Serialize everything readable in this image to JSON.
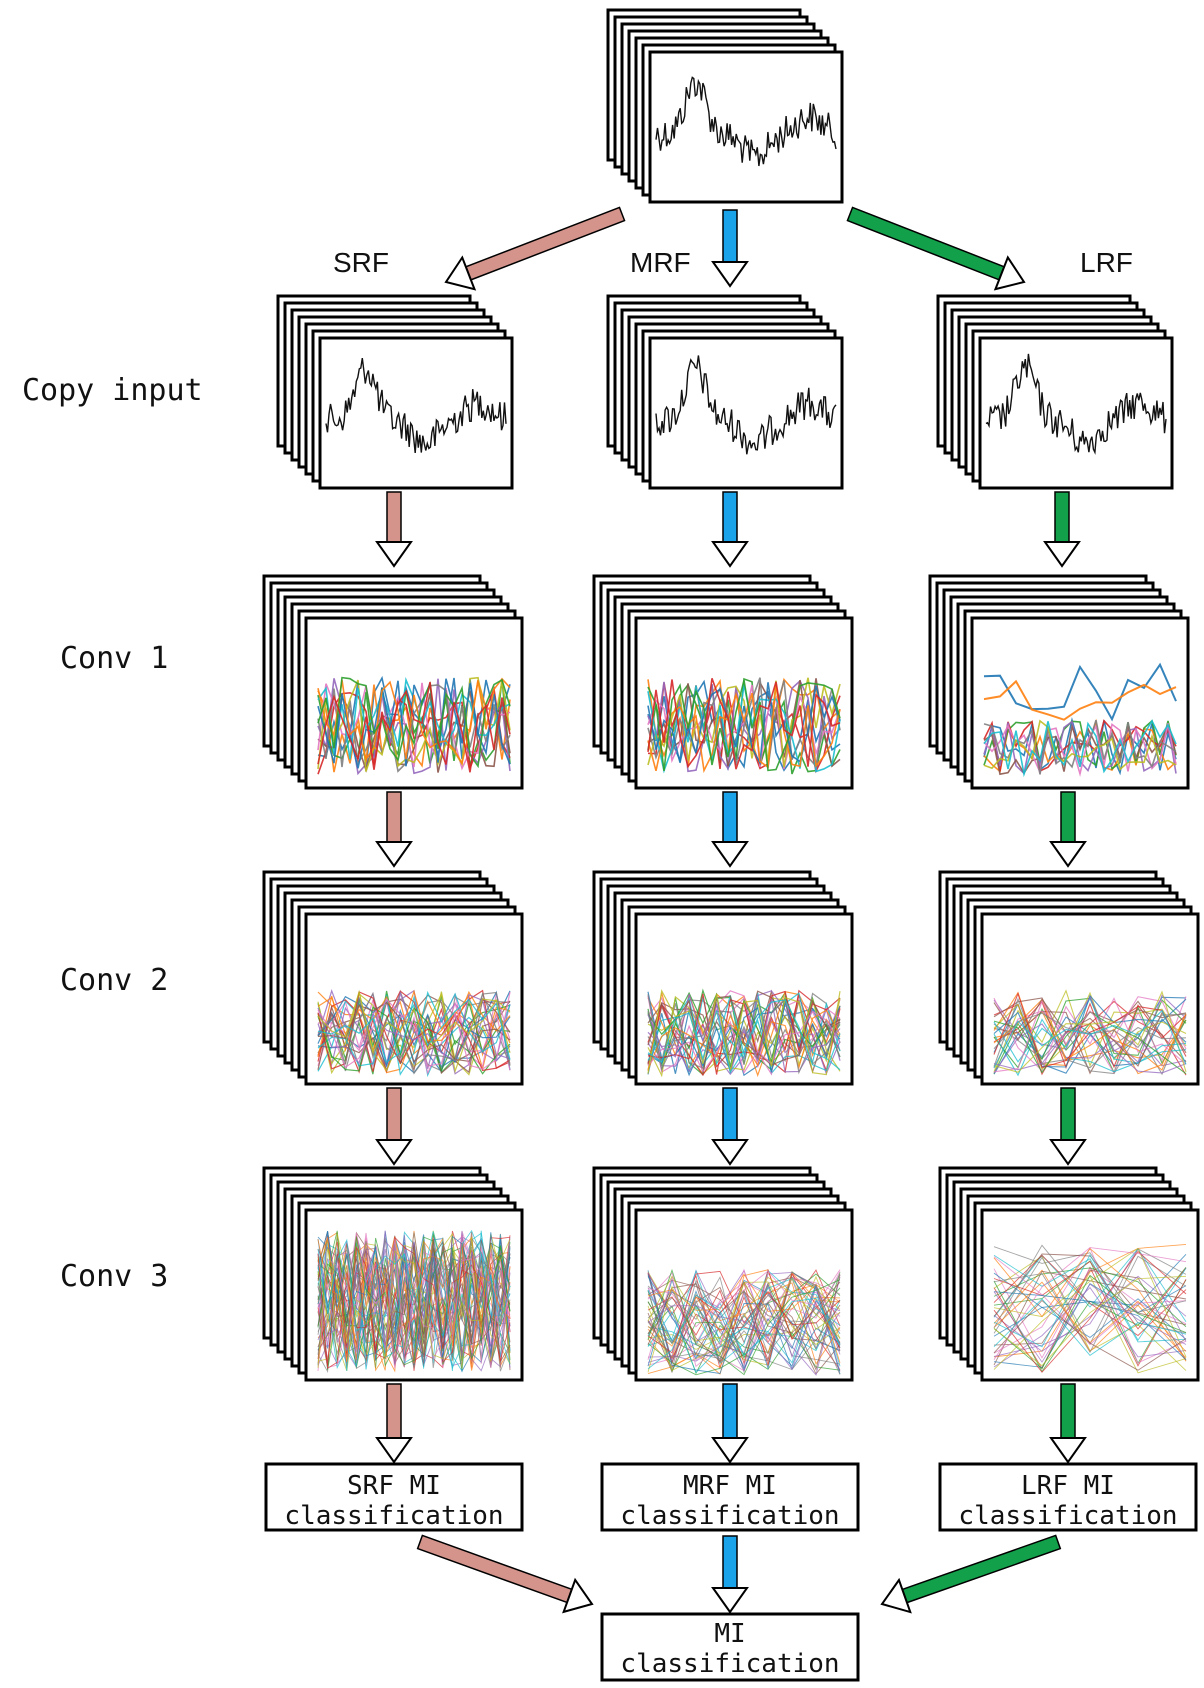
{
  "row_labels": {
    "copy_input": "Copy input",
    "conv1": "Conv 1",
    "conv2": "Conv 2",
    "conv3": "Conv 3"
  },
  "branches": [
    {
      "key": "srf",
      "label": "SRF",
      "color": "#d4948c",
      "cls_line1": "SRF MI",
      "cls_line2": "classification"
    },
    {
      "key": "mrf",
      "label": "MRF",
      "color": "#1aa3e8",
      "cls_line1": "MRF MI",
      "cls_line2": "classification"
    },
    {
      "key": "lrf",
      "label": "LRF",
      "color": "#13a04a",
      "cls_line1": "LRF MI",
      "cls_line2": "classification"
    }
  ],
  "final": {
    "line1": "MI",
    "line2": "classification"
  },
  "icons": {
    "stack": "stacked-feature-map-icon",
    "arrow": "down-arrow-icon"
  }
}
